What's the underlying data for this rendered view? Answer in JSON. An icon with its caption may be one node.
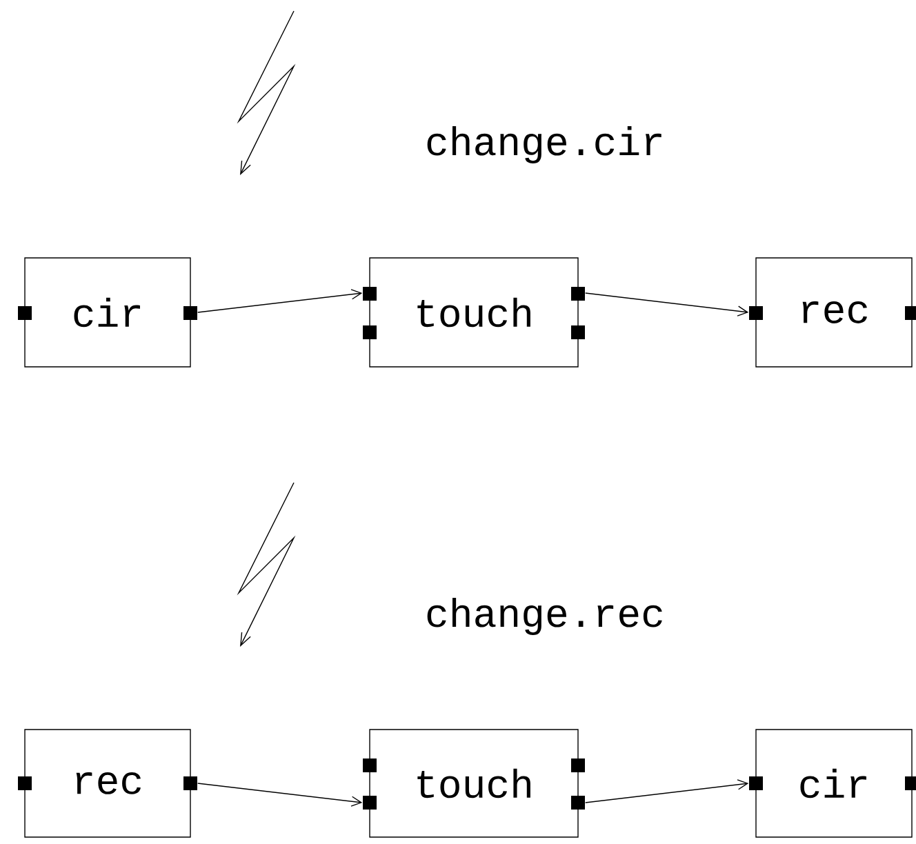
{
  "diagram": {
    "nodes": [
      {
        "text": [
          "cir"
        ]
      },
      {
        "text": [
          "touch"
        ]
      },
      {
        "text": [
          "rec"
        ]
      },
      {
        "text": [
          "rec"
        ]
      },
      {
        "text": [
          "touch"
        ]
      },
      {
        "text": [
          "cir"
        ]
      }
    ],
    "edges": [
      {
        "from": 0,
        "to": 1,
        "arrow": "to"
      },
      {
        "from": 1,
        "to": 2,
        "arrow": "to"
      },
      {
        "from": 3,
        "to": 4,
        "arrow": "to"
      },
      {
        "from": 4,
        "to": 5,
        "arrow": "to"
      }
    ],
    "labels": [
      "change.cir",
      "change.rec"
    ]
  }
}
